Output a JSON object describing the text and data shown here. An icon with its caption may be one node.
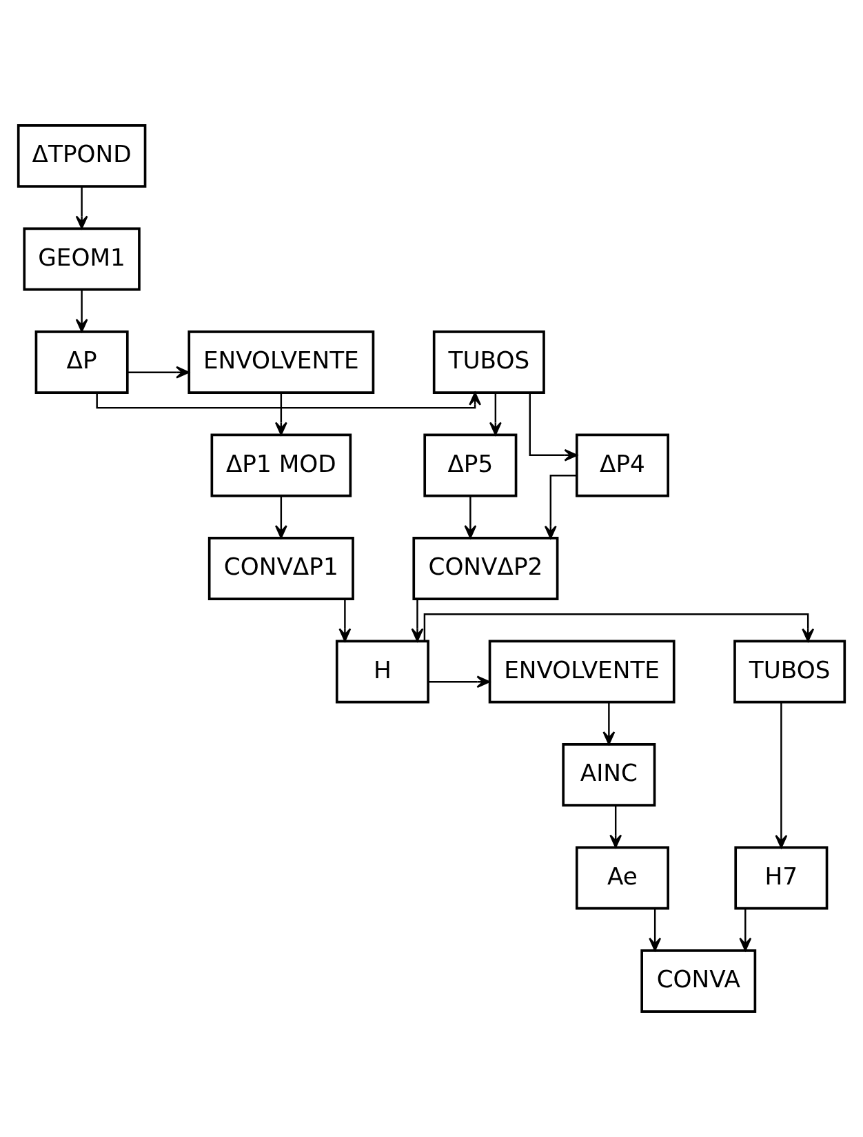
{
  "diagram": {
    "nodes": [
      {
        "text": [
          "ΔTPOND"
        ]
      },
      {
        "text": [
          "GEOM1"
        ]
      },
      {
        "text": [
          "ΔP"
        ]
      },
      {
        "text": [
          "TUBOS"
        ]
      },
      {
        "text": [
          "ENVOLVENTE"
        ]
      },
      {
        "text": [
          "ΔP4"
        ]
      },
      {
        "text": [
          "ΔP5"
        ]
      },
      {
        "text": [
          "ΔP1 MOD"
        ]
      },
      {
        "text": [
          "CONVΔP2"
        ]
      },
      {
        "text": [
          "CONVΔP1"
        ]
      },
      {
        "text": [
          "H"
        ]
      },
      {
        "text": [
          "TUBOS"
        ]
      },
      {
        "text": [
          "ENVOLVENTE"
        ]
      },
      {
        "text": [
          "AINC"
        ]
      },
      {
        "text": [
          "Ae"
        ]
      },
      {
        "text": [
          "H7"
        ]
      },
      {
        "text": [
          "CONVA"
        ]
      }
    ],
    "edges": [
      {
        "from": 0,
        "to": 1,
        "arrow": "to"
      },
      {
        "from": 1,
        "to": 2,
        "arrow": "to"
      },
      {
        "from": 2,
        "to": 3,
        "arrow": "to"
      },
      {
        "from": 2,
        "to": 4,
        "arrow": "to"
      },
      {
        "from": 3,
        "to": 5,
        "arrow": "to"
      },
      {
        "from": 3,
        "to": 6,
        "arrow": "to"
      },
      {
        "from": 4,
        "to": 7,
        "arrow": "to"
      },
      {
        "from": 5,
        "to": 8,
        "arrow": "to"
      },
      {
        "from": 6,
        "to": 8,
        "arrow": "to"
      },
      {
        "from": 7,
        "to": 9,
        "arrow": "to"
      },
      {
        "from": 8,
        "to": 10,
        "arrow": "to"
      },
      {
        "from": 9,
        "to": 10,
        "arrow": "to"
      },
      {
        "from": 10,
        "to": 11,
        "arrow": "to"
      },
      {
        "from": 10,
        "to": 12,
        "arrow": "to"
      },
      {
        "from": 12,
        "to": 13,
        "arrow": "to"
      },
      {
        "from": 13,
        "to": 14,
        "arrow": "to"
      },
      {
        "from": 11,
        "to": 15,
        "arrow": "to"
      },
      {
        "from": 15,
        "to": 16,
        "arrow": "to"
      },
      {
        "from": 14,
        "to": 16,
        "arrow": "to"
      }
    ]
  }
}
